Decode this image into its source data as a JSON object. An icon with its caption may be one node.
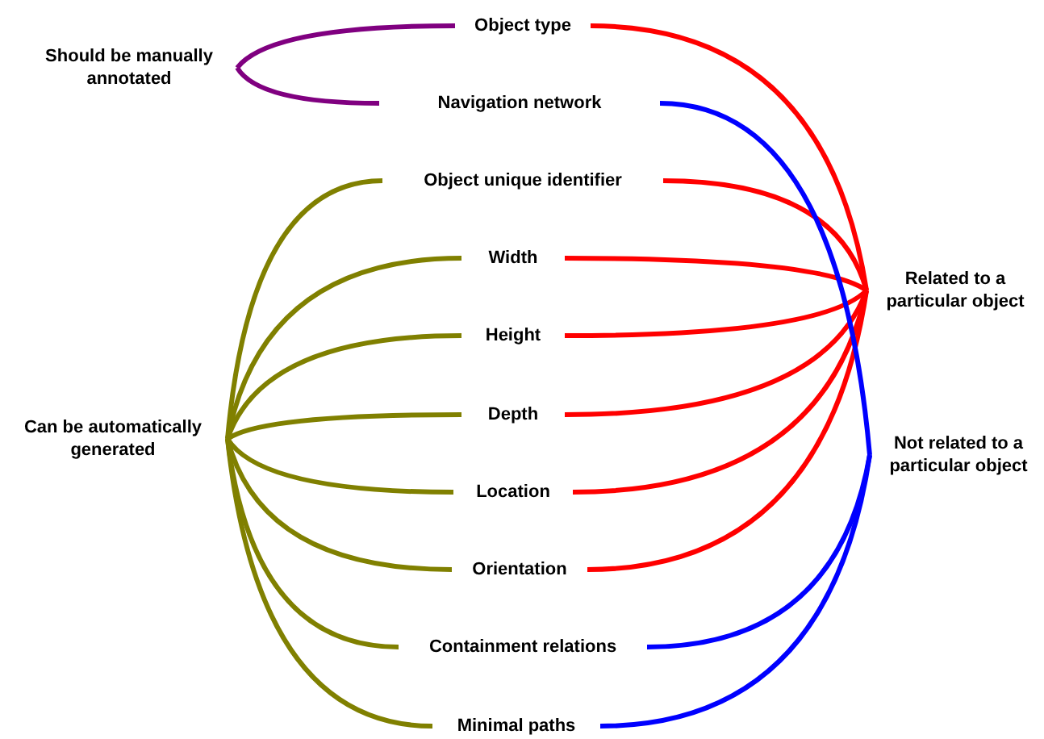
{
  "diagram": {
    "nodes": [
      {
        "text": [
          "Should be manually annotated"
        ]
      },
      {
        "text": [
          "Object type"
        ]
      },
      {
        "text": [
          "Navigation network"
        ]
      },
      {
        "text": [
          "Object unique identifier"
        ]
      },
      {
        "text": [
          "Width"
        ]
      },
      {
        "text": [
          "Height"
        ]
      },
      {
        "text": [
          "Depth"
        ]
      },
      {
        "text": [
          "Location"
        ]
      },
      {
        "text": [
          "Orientation"
        ]
      },
      {
        "text": [
          "Containment relations"
        ]
      },
      {
        "text": [
          "Minimal paths"
        ]
      },
      {
        "text": [
          "Can be automatically generated"
        ]
      },
      {
        "text": [
          "Related to a particular object"
        ]
      },
      {
        "text": [
          "Not related to a particular object"
        ]
      }
    ],
    "edges": [
      {
        "from": 0,
        "to": 1,
        "arrow": "none",
        "color": "#800080"
      },
      {
        "from": 0,
        "to": 2,
        "arrow": "none",
        "color": "#800080"
      },
      {
        "from": 11,
        "to": 3,
        "arrow": "none",
        "color": "#808000"
      },
      {
        "from": 11,
        "to": 4,
        "arrow": "none",
        "color": "#808000"
      },
      {
        "from": 11,
        "to": 5,
        "arrow": "none",
        "color": "#808000"
      },
      {
        "from": 11,
        "to": 6,
        "arrow": "none",
        "color": "#808000"
      },
      {
        "from": 11,
        "to": 7,
        "arrow": "none",
        "color": "#808000"
      },
      {
        "from": 11,
        "to": 8,
        "arrow": "none",
        "color": "#808000"
      },
      {
        "from": 11,
        "to": 9,
        "arrow": "none",
        "color": "#808000"
      },
      {
        "from": 11,
        "to": 10,
        "arrow": "none",
        "color": "#808000"
      },
      {
        "from": 12,
        "to": 1,
        "arrow": "none",
        "color": "#ff0000"
      },
      {
        "from": 12,
        "to": 3,
        "arrow": "none",
        "color": "#ff0000"
      },
      {
        "from": 12,
        "to": 4,
        "arrow": "none",
        "color": "#ff0000"
      },
      {
        "from": 12,
        "to": 5,
        "arrow": "none",
        "color": "#ff0000"
      },
      {
        "from": 12,
        "to": 6,
        "arrow": "none",
        "color": "#ff0000"
      },
      {
        "from": 12,
        "to": 7,
        "arrow": "none",
        "color": "#ff0000"
      },
      {
        "from": 12,
        "to": 8,
        "arrow": "none",
        "color": "#ff0000"
      },
      {
        "from": 13,
        "to": 2,
        "arrow": "none",
        "color": "#0000ff"
      },
      {
        "from": 13,
        "to": 9,
        "arrow": "none",
        "color": "#0000ff"
      },
      {
        "from": 13,
        "to": 10,
        "arrow": "none",
        "color": "#0000ff"
      }
    ]
  }
}
